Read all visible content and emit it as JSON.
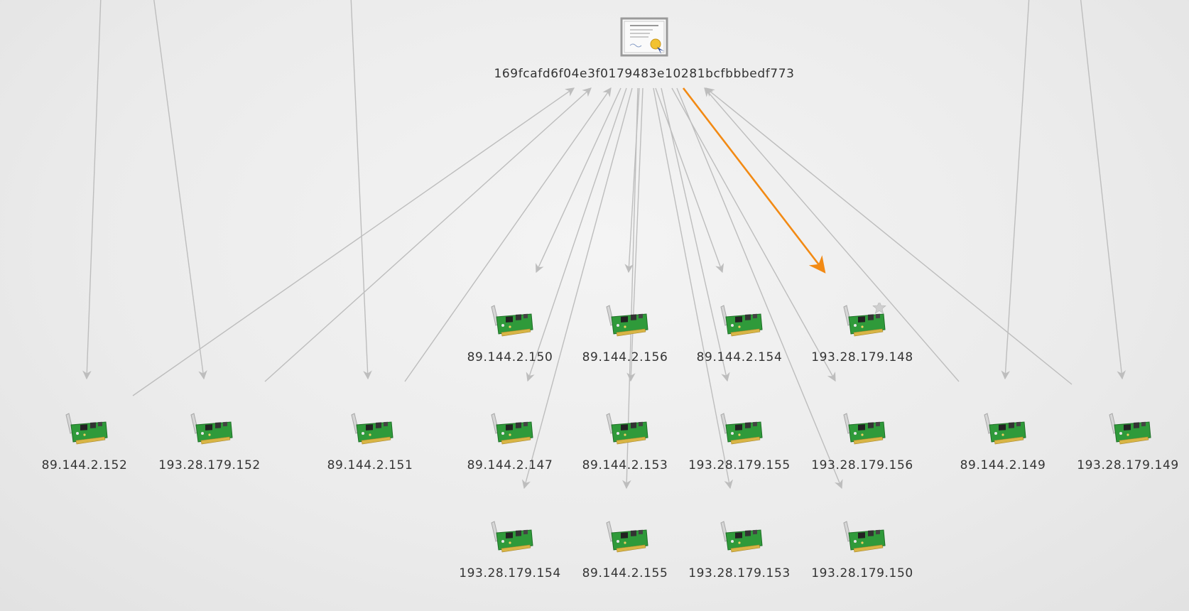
{
  "colors": {
    "edge": "#bdbdbd",
    "highlight_edge": "#f28a14",
    "label": "#333333",
    "board": "#2f9a3a",
    "gold": "#d8b545",
    "cert_border": "#9a9a9a"
  },
  "certificate": {
    "label": "169fcafd6f04e3f0179483e10281bcfbbbedf773",
    "icon": "certificate-icon"
  },
  "nodes": [
    {
      "id": "n-89-144-2-150",
      "label": "89.144.2.150",
      "icon": "network-card-icon",
      "starred": false
    },
    {
      "id": "n-89-144-2-156",
      "label": "89.144.2.156",
      "icon": "network-card-icon",
      "starred": false
    },
    {
      "id": "n-89-144-2-154",
      "label": "89.144.2.154",
      "icon": "network-card-icon",
      "starred": false
    },
    {
      "id": "n-193-28-179-148",
      "label": "193.28.179.148",
      "icon": "network-card-icon",
      "starred": true
    },
    {
      "id": "n-89-144-2-152",
      "label": "89.144.2.152",
      "icon": "network-card-icon",
      "starred": false
    },
    {
      "id": "n-193-28-179-152",
      "label": "193.28.179.152",
      "icon": "network-card-icon",
      "starred": false
    },
    {
      "id": "n-89-144-2-151",
      "label": "89.144.2.151",
      "icon": "network-card-icon",
      "starred": false
    },
    {
      "id": "n-89-144-2-147",
      "label": "89.144.2.147",
      "icon": "network-card-icon",
      "starred": false
    },
    {
      "id": "n-89-144-2-153",
      "label": "89.144.2.153",
      "icon": "network-card-icon",
      "starred": false
    },
    {
      "id": "n-193-28-179-155",
      "label": "193.28.179.155",
      "icon": "network-card-icon",
      "starred": false
    },
    {
      "id": "n-193-28-179-156",
      "label": "193.28.179.156",
      "icon": "network-card-icon",
      "starred": false
    },
    {
      "id": "n-89-144-2-149",
      "label": "89.144.2.149",
      "icon": "network-card-icon",
      "starred": false
    },
    {
      "id": "n-193-28-179-149",
      "label": "193.28.179.149",
      "icon": "network-card-icon",
      "starred": false
    },
    {
      "id": "n-193-28-179-154",
      "label": "193.28.179.154",
      "icon": "network-card-icon",
      "starred": false
    },
    {
      "id": "n-89-144-2-155",
      "label": "89.144.2.155",
      "icon": "network-card-icon",
      "starred": false
    },
    {
      "id": "n-193-28-179-153",
      "label": "193.28.179.153",
      "icon": "network-card-icon",
      "starred": false
    },
    {
      "id": "n-193-28-179-150",
      "label": "193.28.179.150",
      "icon": "network-card-icon",
      "starred": false
    }
  ],
  "edges": [
    {
      "from": "certificate",
      "to": "n-89-144-2-150"
    },
    {
      "from": "certificate",
      "to": "n-89-144-2-156"
    },
    {
      "from": "certificate",
      "to": "n-89-144-2-154"
    },
    {
      "from": "certificate",
      "to": "n-193-28-179-148",
      "highlight": true
    },
    {
      "from": "certificate",
      "to": "n-89-144-2-147"
    },
    {
      "from": "certificate",
      "to": "n-89-144-2-153"
    },
    {
      "from": "certificate",
      "to": "n-193-28-179-155"
    },
    {
      "from": "certificate",
      "to": "n-193-28-179-156"
    },
    {
      "from": "certificate",
      "to": "n-193-28-179-154"
    },
    {
      "from": "certificate",
      "to": "n-89-144-2-155"
    },
    {
      "from": "certificate",
      "to": "n-193-28-179-153"
    },
    {
      "from": "certificate",
      "to": "n-193-28-179-150"
    },
    {
      "from": "n-89-144-2-152",
      "to": "certificate"
    },
    {
      "from": "n-193-28-179-152",
      "to": "certificate"
    },
    {
      "from": "n-89-144-2-151",
      "to": "certificate"
    },
    {
      "from": "n-89-144-2-149",
      "to": "certificate"
    },
    {
      "from": "n-193-28-179-149",
      "to": "certificate"
    },
    {
      "from": "offscreen-a",
      "to": "n-89-144-2-152"
    },
    {
      "from": "offscreen-b",
      "to": "n-193-28-179-152"
    },
    {
      "from": "offscreen-c",
      "to": "n-89-144-2-151"
    },
    {
      "from": "offscreen-d",
      "to": "n-89-144-2-149"
    },
    {
      "from": "offscreen-e",
      "to": "n-193-28-179-149"
    }
  ]
}
